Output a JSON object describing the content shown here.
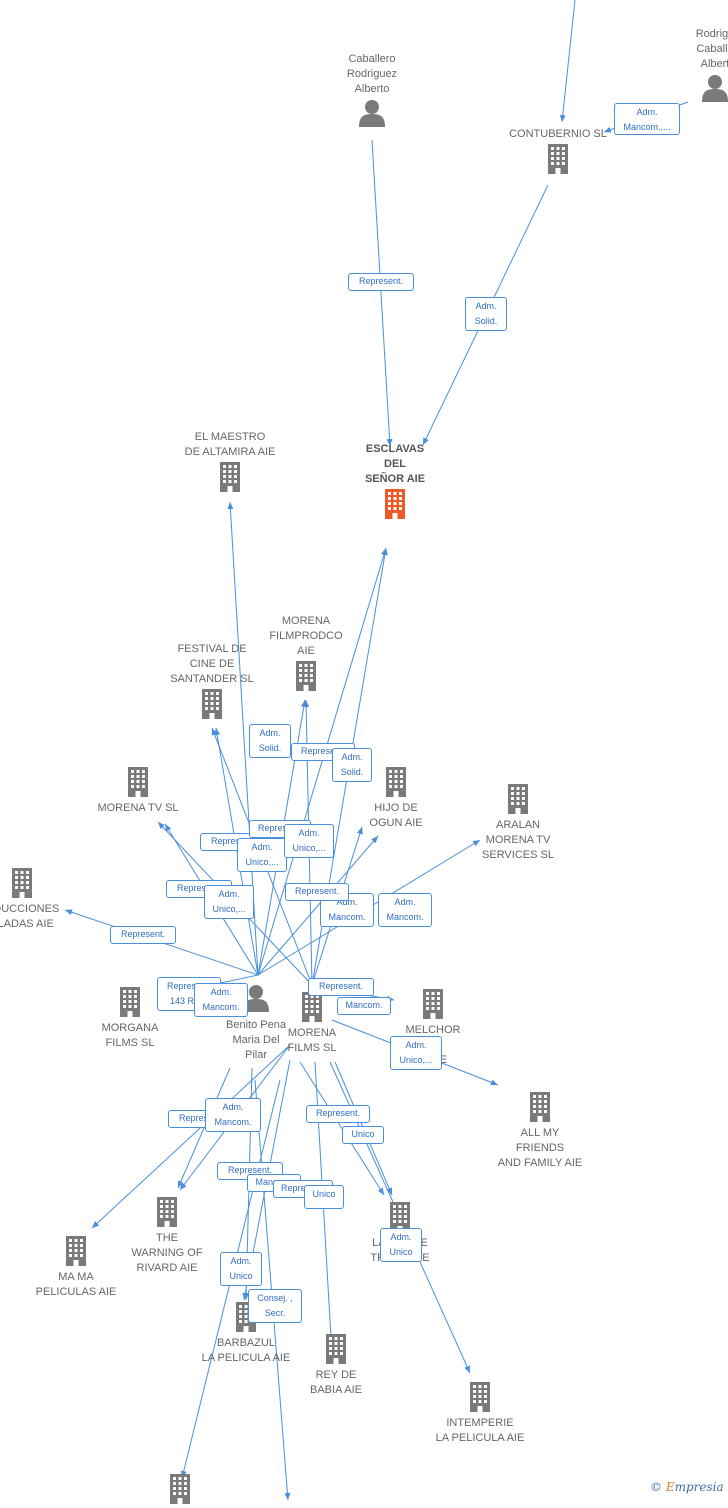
{
  "colors": {
    "edge": "#4a8fdc",
    "building": "#7a7a7a",
    "focus": "#f05a28",
    "person": "#7a7a7a",
    "tag_text": "#2f6fc4"
  },
  "nodes": [
    {
      "id": "esclavas",
      "label": "ESCLAVAS\nDEL\nSEÑOR AIE",
      "type": "building",
      "focus": true
    },
    {
      "id": "caballero",
      "label": "Caballero\nRodriguez\nAlberto",
      "type": "person"
    },
    {
      "id": "rodriguez",
      "label": "Rodrigu\nCaballe\nAlbert",
      "type": "person"
    },
    {
      "id": "contubernio",
      "label": "CONTUBERNIO SL",
      "type": "building"
    },
    {
      "id": "maestro",
      "label": "EL MAESTRO\nDE ALTAMIRA AIE",
      "type": "building"
    },
    {
      "id": "festival",
      "label": "FESTIVAL DE\nCINE DE\nSANTANDER  SL",
      "type": "building"
    },
    {
      "id": "filmprodco",
      "label": "MORENA\nFILMPRODCO\nAIE",
      "type": "building"
    },
    {
      "id": "morenatv",
      "label": "MORENA TV  SL",
      "type": "building"
    },
    {
      "id": "hijo",
      "label": "HIJO DE\nOGUN AIE",
      "type": "building"
    },
    {
      "id": "aralan",
      "label": "ARALAN\nMORENA TV\nSERVICES  SL",
      "type": "building"
    },
    {
      "id": "producciones",
      "label": "ODUCCIONES\nELADAS AIE",
      "type": "building"
    },
    {
      "id": "morgana",
      "label": "MORGANA\nFILMS  SL",
      "type": "building"
    },
    {
      "id": "benito",
      "label": "Benito Pena\nMaria Del\nPilar",
      "type": "person"
    },
    {
      "id": "morenafilms",
      "label": "MORENA\nFILMS SL",
      "type": "building"
    },
    {
      "id": "melchor",
      "label": "MELCHOR\nR Y\nR AIE",
      "type": "building"
    },
    {
      "id": "allmy",
      "label": "ALL MY\nFRIENDS\nAND FAMILY AIE",
      "type": "building"
    },
    {
      "id": "warning",
      "label": "THE\nWARNING OF\nRIVARD AIE",
      "type": "building"
    },
    {
      "id": "mama",
      "label": "MA MA\nPELICULAS  AIE",
      "type": "building"
    },
    {
      "id": "noche",
      "label": "LA NOCHE\nTRISTE AIE",
      "type": "building"
    },
    {
      "id": "barbazul",
      "label": "BARBAZUL\nLA PELICULA AIE",
      "type": "building"
    },
    {
      "id": "rey",
      "label": "REY DE\nBABIA AIE",
      "type": "building"
    },
    {
      "id": "intemperie",
      "label": "INTEMPERIE\nLA PELICULA AIE",
      "type": "building"
    },
    {
      "id": "bottom",
      "label": "",
      "type": "building"
    }
  ],
  "relations": [
    "Adm.\nMancom.,...",
    "Represent.",
    "Adm.\nSolid.",
    "Adm.\nSolid.",
    "Represent.",
    "Adm.\nSolid.",
    "Represent.",
    "Adm.\nUnico,...",
    "Represent.",
    "Adm.\nUnico,...",
    "Represent.",
    "Adm.\nUnico,...",
    "Represent.",
    "Adm.\nMancom.",
    "Adm.\nMancom.",
    "Represent.",
    "Represent.\n143 RRM",
    "Adm.\nMancom.",
    "Represent.",
    "Mancom.",
    "Adm.\nUnico,...",
    "Represent.",
    "Adm.\nMancom.",
    "Represent.",
    "Unico",
    "Represent.",
    "Mancom.",
    "Represent.",
    "Unico",
    "Adm.\nUnico",
    "Adm.\nUnico",
    "Consej. ,\nSecr."
  ],
  "brand": {
    "symbol": "©",
    "initial": "E",
    "rest": "mpresia"
  }
}
